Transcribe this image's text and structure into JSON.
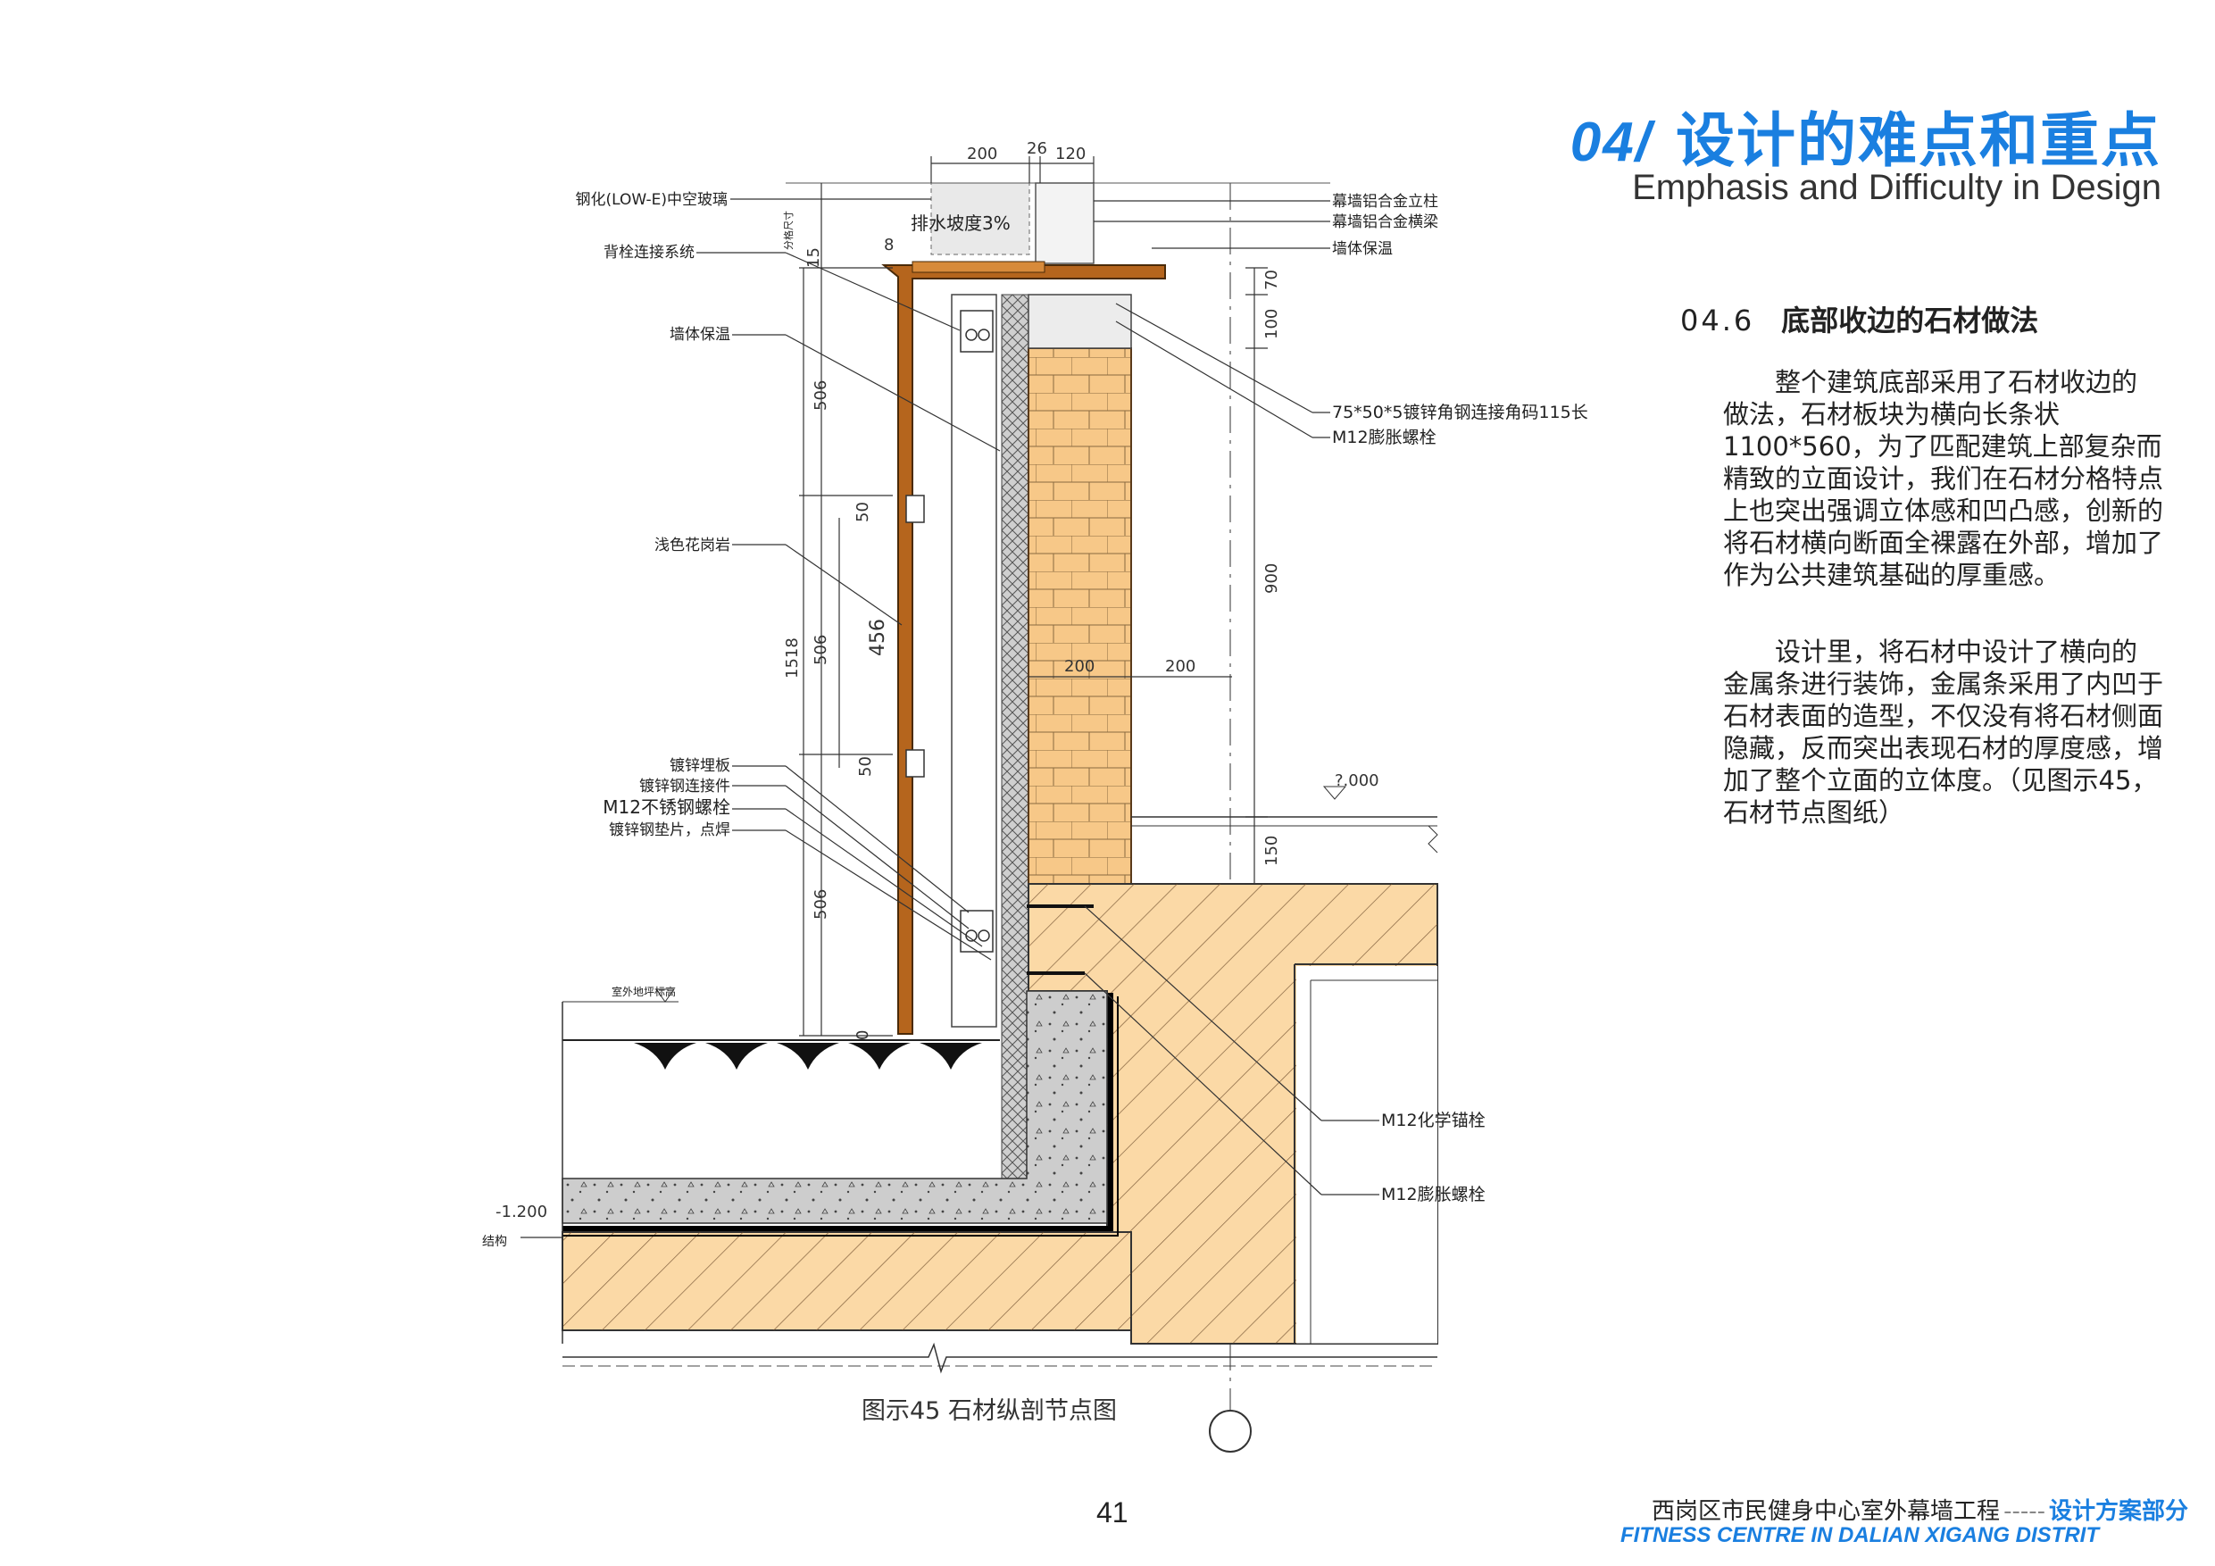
{
  "header": {
    "section_number": "04/",
    "title": "设计的难点和重点",
    "subtitle": "Emphasis and Difficulty in Design"
  },
  "section": {
    "number": "04.6",
    "title": "底部收边的石材做法"
  },
  "paragraphs": [
    {
      "lines": [
        "　　整个建筑底部采用了石材收边的",
        "做法，石材板块为横向长条状",
        "1100*560，为了匹配建筑上部复杂而",
        "精致的立面设计，我们在石材分格特点",
        "上也突出强调立体感和凹凸感，创新的",
        "将石材横向断面全裸露在外部，增加了",
        "作为公共建筑基础的厚重感。"
      ]
    },
    {
      "lines": [
        "　　设计里，将石材中设计了横向的",
        "金属条进行装饰，金属条采用了内凹于",
        "石材表面的造型，不仅没有将石材侧面",
        "隐藏，反而突出表现石材的厚度感，增",
        "加了整个立面的立体度。（见图示45，",
        "石材节点图纸）"
      ]
    }
  ],
  "drawing": {
    "caption": "图示45  石材纵剖节点图",
    "labels_left": {
      "glass": "钢化(LOW-E)中空玻璃",
      "connection": "背栓连接系统",
      "insulation": "墙体保温",
      "granite": "浅色花岗岩",
      "embed_plate": "镀锌埋板",
      "connector": "镀锌钢连接件",
      "bolt_m12_ss": "M12不锈钢螺栓",
      "shim": "镀锌钢垫片，点焊",
      "outdoor_floor": "室外地坪标高",
      "structure": "结构",
      "slope": "排水坡度3%",
      "plate_size": "分格尺寸"
    },
    "labels_right": {
      "mullion": "幕墙铝合金立柱",
      "transom": "幕墙铝合金横梁",
      "wall_insulation": "墙体保温",
      "angle_steel": "75*50*5镀锌角钢连接角码115长",
      "bolt_m12_exp": "M12膨胀螺栓",
      "chem_anchor": "M12化学锚栓",
      "exp_bolt_2": "M12膨胀螺栓"
    },
    "dimensions": {
      "top_200": "200",
      "top_26": "26",
      "top_120": "120",
      "d15": "15",
      "d8": "8",
      "d506a": "506",
      "d50a": "50",
      "d456": "456",
      "d1518": "1518",
      "d506b": "506",
      "d50b": "50",
      "d506c": "506",
      "d0": "0",
      "d70": "70",
      "d100": "100",
      "d900": "900",
      "d150": "150",
      "w200a": "200",
      "w200b": "200",
      "elev_top": "?.000",
      "elev_bottom": "-1.200"
    }
  },
  "page_number": "41",
  "footer": {
    "project_cn": "西岗区市民健身中心室外幕墙工程",
    "dash": "-----",
    "part": "设计方案部分",
    "project_en": "FITNESS CENTRE IN DALIAN XIGANG DISTRIT"
  },
  "colors": {
    "accent_blue": "#1a7fe0",
    "brick": "#f7c888",
    "concrete_orange": "#fbd9a6",
    "stone": "#b5651d"
  }
}
